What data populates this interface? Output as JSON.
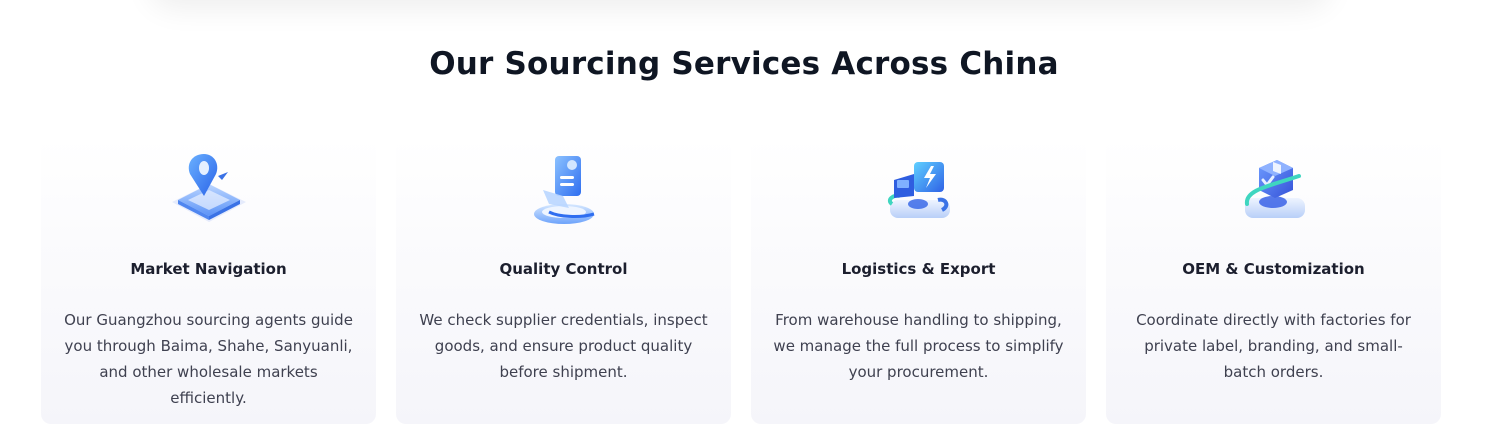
{
  "section": {
    "title": "Our Sourcing Services Across China"
  },
  "colors": {
    "title": "#0f1623",
    "card_title": "#1c1f2e",
    "card_text": "#3f4150",
    "card_bg_top": "#ffffff",
    "card_bg_bottom": "#f5f5fa",
    "icon_blue": "#3b7cf5",
    "icon_teal": "#3fd6c0"
  },
  "cards": [
    {
      "icon": "map-pin-icon",
      "title": "Market Navigation",
      "description": "Our Guangzhou sourcing agents guide you through Baima, Shahe, Sanyuanli, and other wholesale markets efficiently."
    },
    {
      "icon": "document-check-icon",
      "title": "Quality Control",
      "description": "We check supplier credentials, inspect goods, and ensure product quality before shipment."
    },
    {
      "icon": "delivery-truck-icon",
      "title": "Logistics & Export",
      "description": "From warehouse handling to shipping, we manage the full process to simplify your procurement."
    },
    {
      "icon": "package-box-icon",
      "title": "OEM & Customization",
      "description": "Coordinate directly with factories for private label, branding, and small-batch orders."
    }
  ]
}
